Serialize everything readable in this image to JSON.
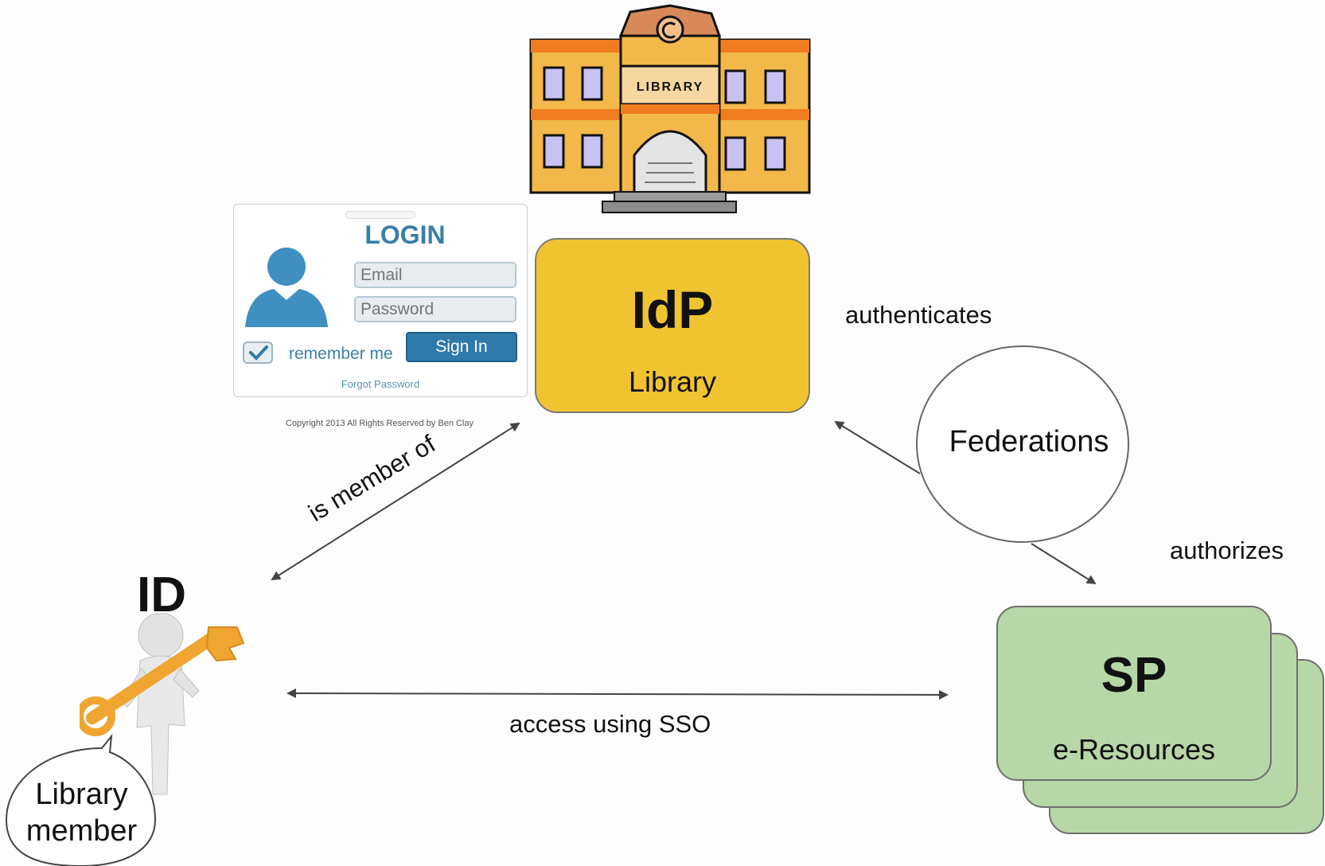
{
  "login": {
    "title": "LOGIN",
    "email_placeholder": "Email",
    "password_placeholder": "Password",
    "remember_label": "remember me",
    "sign_in_label": "Sign In",
    "forgot_label": "Forgot Password",
    "copyright": "Copyright 2013 All Rights Reserved by Ben Clay"
  },
  "building": {
    "sign": "LIBRARY"
  },
  "idp": {
    "title": "IdP",
    "subtitle": "Library"
  },
  "sp": {
    "title": "SP",
    "subtitle": "e-Resources"
  },
  "edges": {
    "authenticates": "authenticates",
    "authorizes": "authorizes",
    "member_of": "is member of",
    "sso": "access using SSO"
  },
  "federations": "Federations",
  "user": {
    "id_label": "ID",
    "bubble_line1": "Library",
    "bubble_line2": "member"
  },
  "colors": {
    "idp": "#f0c430",
    "sp": "#b7d7a6",
    "login_accent": "#3a7fa8",
    "building": "#f2b84a"
  }
}
